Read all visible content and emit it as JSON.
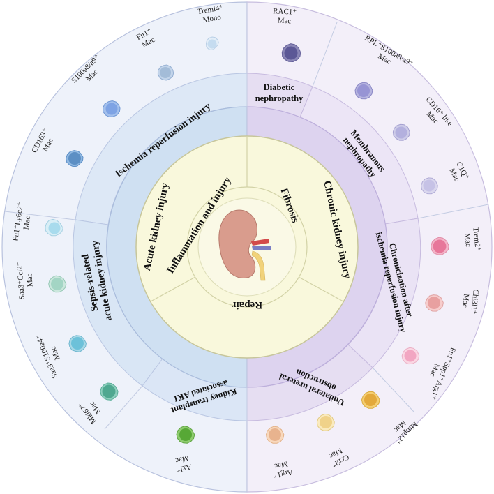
{
  "center": {
    "icon": "kidney-icon",
    "segments": [
      "Inflammation and injury",
      "Fibrosis",
      "Repair"
    ]
  },
  "middle_ring": {
    "left": "Acute kidney injury",
    "right": "Chronic kidney injury"
  },
  "diseases": {
    "ischemia": "Ischemia reperfusion injury",
    "sepsis": [
      "Sepsis-related",
      "acute kidney injury"
    ],
    "transplant": [
      "Kidney transplant",
      "associated AKI"
    ],
    "diabetic": [
      "Diabetic",
      "nephropathy"
    ],
    "membranous": [
      "Membranous",
      "nephropathy"
    ],
    "chronicization": [
      "Chronicization after",
      "ischemia reperfusion injury"
    ],
    "uuo": [
      "Unilateral ureteral",
      "obstruction"
    ]
  },
  "cells": {
    "treml4": [
      "Treml4⁺",
      "Mono"
    ],
    "fn1": [
      "Fn1⁺",
      "Mac"
    ],
    "s100a8": [
      "S100a8/a9⁺",
      "Mac"
    ],
    "cd169": [
      "CD169⁺",
      "Mac"
    ],
    "fn1ly6c2": [
      "Fn1⁺Ly6c2⁺",
      "Mac"
    ],
    "saa3ccl2": [
      "Saa3⁺Ccl2⁺",
      "Mac"
    ],
    "saa3s100a4": [
      "Saa3⁺S100a4⁺",
      "Mac"
    ],
    "mki67": [
      "Mki67⁺",
      "Mac"
    ],
    "axl": [
      "Axl⁺",
      "Mac"
    ],
    "rac1": [
      "RAC1⁺",
      "Mac"
    ],
    "rpl": [
      "RPL⁺S100a8/a9⁺",
      "Mac"
    ],
    "cd16": [
      "CD16⁺ like",
      "Mac"
    ],
    "c1q": [
      "C1Q⁺",
      "Mac"
    ],
    "trem2": [
      "Trem2⁺",
      "Mac"
    ],
    "chi3l1": [
      "Chi3l1⁺",
      "Mac"
    ],
    "fn1spp1": [
      "Fn1⁺Spp1⁺Arg1⁺",
      "Mac"
    ],
    "mmp12": [
      "Mmp12⁺",
      "Mac"
    ],
    "ccr2": [
      "Ccr2⁺",
      "Mac"
    ],
    "arg1": [
      "Arg1⁺",
      "Mac"
    ]
  },
  "colors": {
    "outer_left": "#eef2fa",
    "outer_right": "#f3eff9",
    "disease_left": "#dde8f6",
    "disease_right": "#e8e0f3",
    "mid_left": "#cfe0f2",
    "mid_right": "#ddd3ef",
    "core": "#f9f8dc",
    "kidney": "#d99c8d"
  }
}
